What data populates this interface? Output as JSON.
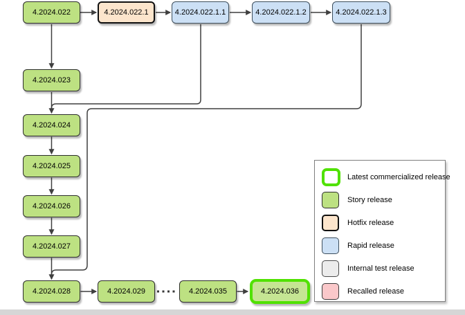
{
  "diagram": {
    "nodes": [
      {
        "label": "4.2024.022",
        "type": "story"
      },
      {
        "label": "4.2024.022.1",
        "type": "hotfix"
      },
      {
        "label": "4.2024.022.1.1",
        "type": "rapid"
      },
      {
        "label": "4.2024.022.1.2",
        "type": "rapid"
      },
      {
        "label": "4.2024.022.1.3",
        "type": "rapid"
      },
      {
        "label": "4.2024.023",
        "type": "story"
      },
      {
        "label": "4.2024.024",
        "type": "story"
      },
      {
        "label": "4.2024.025",
        "type": "story"
      },
      {
        "label": "4.2024.026",
        "type": "story"
      },
      {
        "label": "4.2024.027",
        "type": "story"
      },
      {
        "label": "4.2024.028",
        "type": "story"
      },
      {
        "label": "4.2024.029",
        "type": "story"
      },
      {
        "label": "4.2024.035",
        "type": "story"
      },
      {
        "label": "4.2024.036",
        "type": "story-latest-commercialized"
      }
    ],
    "edges": [
      {
        "from": "4.2024.022",
        "to": "4.2024.022.1",
        "style": "solid-arrow"
      },
      {
        "from": "4.2024.022.1",
        "to": "4.2024.022.1.1",
        "style": "solid-arrow"
      },
      {
        "from": "4.2024.022.1.1",
        "to": "4.2024.022.1.2",
        "style": "solid-arrow"
      },
      {
        "from": "4.2024.022.1.2",
        "to": "4.2024.022.1.3",
        "style": "solid-arrow"
      },
      {
        "from": "4.2024.022",
        "to": "4.2024.023",
        "style": "solid-arrow"
      },
      {
        "from": "4.2024.023",
        "to": "4.2024.024",
        "style": "solid-arrow"
      },
      {
        "from": "4.2024.022.1.1",
        "to": "4.2024.024",
        "style": "solid-merge"
      },
      {
        "from": "4.2024.024",
        "to": "4.2024.025",
        "style": "solid-arrow"
      },
      {
        "from": "4.2024.025",
        "to": "4.2024.026",
        "style": "solid-arrow"
      },
      {
        "from": "4.2024.026",
        "to": "4.2024.027",
        "style": "solid-arrow"
      },
      {
        "from": "4.2024.027",
        "to": "4.2024.028",
        "style": "solid-arrow"
      },
      {
        "from": "4.2024.022.1.3",
        "to": "4.2024.028",
        "style": "solid-merge"
      },
      {
        "from": "4.2024.028",
        "to": "4.2024.029",
        "style": "solid-arrow"
      },
      {
        "from": "4.2024.029",
        "to": "4.2024.035",
        "style": "dotted"
      },
      {
        "from": "4.2024.035",
        "to": "4.2024.036",
        "style": "solid-arrow"
      }
    ],
    "colors": {
      "story_fill": "#bde182",
      "hotfix_fill": "#fce5cc",
      "rapid_fill": "#cce0f5",
      "internal_fill": "#ececec",
      "recalled_fill": "#fac8ca",
      "latest_border": "#50e100",
      "node_border": "#2d2d2d",
      "edge": "#3f3f3f"
    }
  },
  "legend": {
    "items": [
      {
        "label": "Latest commercialized release",
        "type": "latest"
      },
      {
        "label": "Story release",
        "type": "story"
      },
      {
        "label": "Hotfix release",
        "type": "hotfix"
      },
      {
        "label": "Rapid release",
        "type": "rapid"
      },
      {
        "label": "Internal test release",
        "type": "internal"
      },
      {
        "label": "Recalled release",
        "type": "recalled"
      }
    ]
  }
}
